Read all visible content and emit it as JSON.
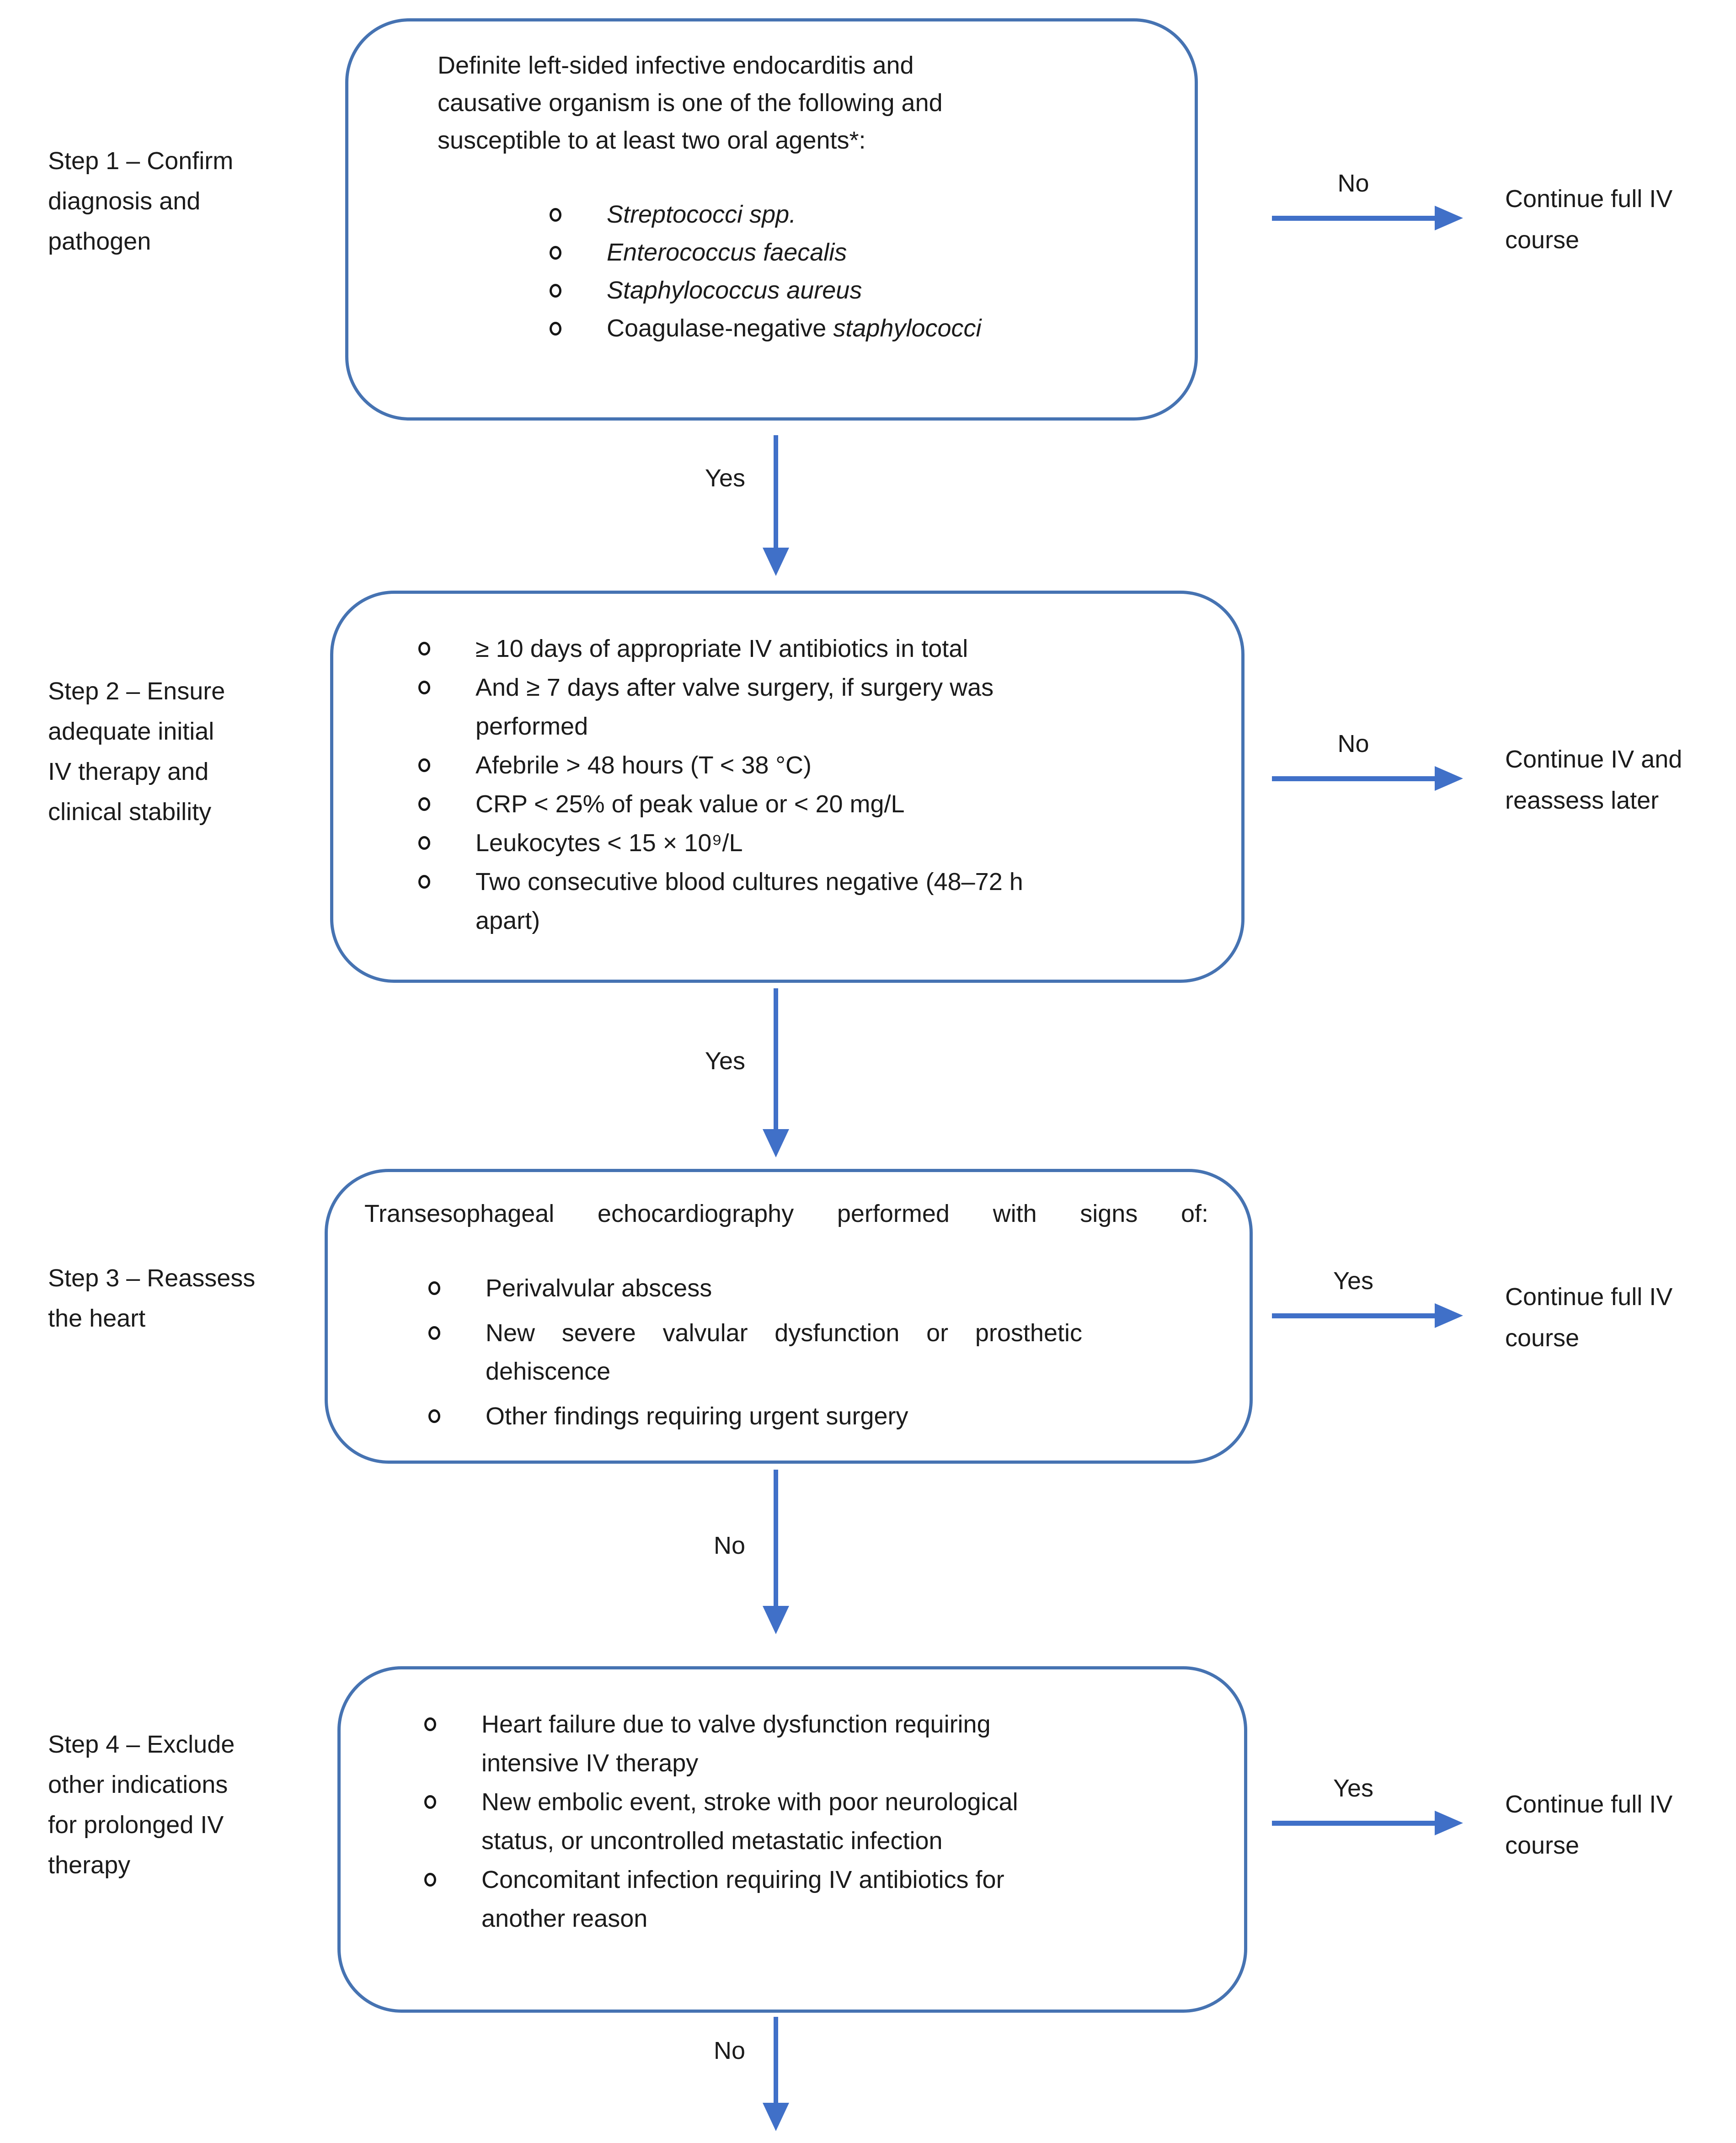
{
  "colors": {
    "arrow_blue": "#4070c8",
    "box_border": "#4673b2",
    "text": "#1b1b1b"
  },
  "steps": [
    {
      "side_label": "Step 1 – Confirm diagnosis and pathogen",
      "side_label_lines": [
        "Step 1 – Confirm",
        "diagnosis and",
        "pathogen"
      ],
      "box": {
        "title_lines": [
          "Definite left-sided infective endocarditis and",
          "causative organism is one of the following and",
          "susceptible to at least two oral agents*:"
        ],
        "bullets": [
          {
            "runs": [
              {
                "text": "Streptococci spp.",
                "italic": true
              }
            ]
          },
          {
            "runs": [
              {
                "text": "Enterococcus faecalis",
                "italic": true
              }
            ]
          },
          {
            "runs": [
              {
                "text": "Staphylococcus aureus",
                "italic": true
              }
            ]
          },
          {
            "runs": [
              {
                "text": "Coagulase-negative ",
                "italic": false
              },
              {
                "text": "staphylococci",
                "italic": true
              }
            ]
          }
        ]
      },
      "down_label": "Yes",
      "branch": {
        "label": "No",
        "outcome": "Continue full IV course",
        "outcome_lines": [
          "Continue full IV",
          "course"
        ]
      }
    },
    {
      "side_label": "Step 2 – Ensure adequate initial IV therapy and clinical stability",
      "side_label_lines": [
        "Step 2 – Ensure",
        "adequate initial",
        "IV therapy and",
        "clinical stability"
      ],
      "box": {
        "title_lines": [],
        "bullets": [
          {
            "runs": [
              {
                "text": "≥ 10 days of appropriate IV antibiotics in total"
              }
            ]
          },
          {
            "runs": [
              {
                "text": "And ≥ 7 days after valve surgery, if surgery was",
                "break_after": true
              },
              {
                "text": "performed"
              }
            ]
          },
          {
            "runs": [
              {
                "text": "Afebrile > 48 hours (T < 38 °C)"
              }
            ]
          },
          {
            "runs": [
              {
                "text": "CRP < 25% of peak value or < 20 mg/L"
              }
            ]
          },
          {
            "runs": [
              {
                "text": "Leukocytes < 15 × 10⁹/L"
              }
            ]
          },
          {
            "runs": [
              {
                "text": "Two consecutive blood cultures negative (48–72 h",
                "break_after": true
              },
              {
                "text": "apart)"
              }
            ]
          }
        ]
      },
      "down_label": "Yes",
      "branch": {
        "label": "No",
        "outcome": "Continue IV and reassess later",
        "outcome_lines": [
          "Continue IV and",
          "reassess later"
        ]
      }
    },
    {
      "side_label": "Step 3 – Reassess the heart",
      "side_label_lines": [
        "Step 3 – Reassess",
        "the heart"
      ],
      "box": {
        "title_lines": [
          "Transesophageal echocardiography performed with signs of:"
        ],
        "bullets": [
          {
            "runs": [
              {
                "text": "Perivalvular abscess"
              }
            ]
          },
          {
            "justify": true,
            "runs": [
              {
                "text": "New severe valvular dysfunction or prosthetic",
                "break_after": true
              },
              {
                "text": "dehiscence"
              }
            ]
          },
          {
            "runs": [
              {
                "text": "Other findings requiring urgent surgery"
              }
            ]
          }
        ]
      },
      "down_label": "No",
      "branch": {
        "label": "Yes",
        "outcome": "Continue full IV course",
        "outcome_lines": [
          "Continue full IV",
          "course"
        ]
      }
    },
    {
      "side_label": "Step 4 – Exclude other indications for prolonged IV therapy",
      "side_label_lines": [
        "Step 4 – Exclude",
        "other indications",
        "for prolonged IV",
        "therapy"
      ],
      "box": {
        "title_lines": [],
        "bullets": [
          {
            "runs": [
              {
                "text": "Heart failure due to valve dysfunction requiring",
                "break_after": true
              },
              {
                "text": "intensive IV therapy"
              }
            ]
          },
          {
            "runs": [
              {
                "text": "New embolic event, stroke with poor neurological",
                "break_after": true
              },
              {
                "text": "status, or uncontrolled metastatic infection"
              }
            ]
          },
          {
            "runs": [
              {
                "text": "Concomitant infection requiring IV antibiotics for",
                "break_after": true
              },
              {
                "text": "another reason"
              }
            ]
          }
        ]
      },
      "down_label": "No",
      "branch": {
        "label": "Yes",
        "outcome": "Continue full IV course",
        "outcome_lines": [
          "Continue full IV",
          "course"
        ]
      }
    }
  ]
}
